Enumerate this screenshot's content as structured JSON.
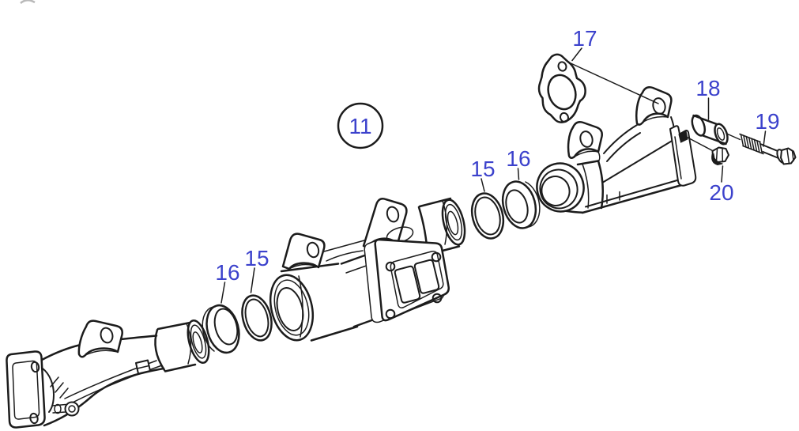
{
  "diagram": {
    "background": "#ffffff",
    "line_color": "#1c1c1c",
    "label_color": "#3c42cc",
    "callouts": [
      {
        "ref": "11",
        "style": "circled"
      },
      {
        "ref": "16",
        "pair": "left"
      },
      {
        "ref": "15",
        "pair": "left"
      },
      {
        "ref": "15",
        "pair": "right"
      },
      {
        "ref": "16",
        "pair": "right"
      },
      {
        "ref": "17"
      },
      {
        "ref": "18"
      },
      {
        "ref": "19"
      },
      {
        "ref": "20"
      }
    ]
  }
}
